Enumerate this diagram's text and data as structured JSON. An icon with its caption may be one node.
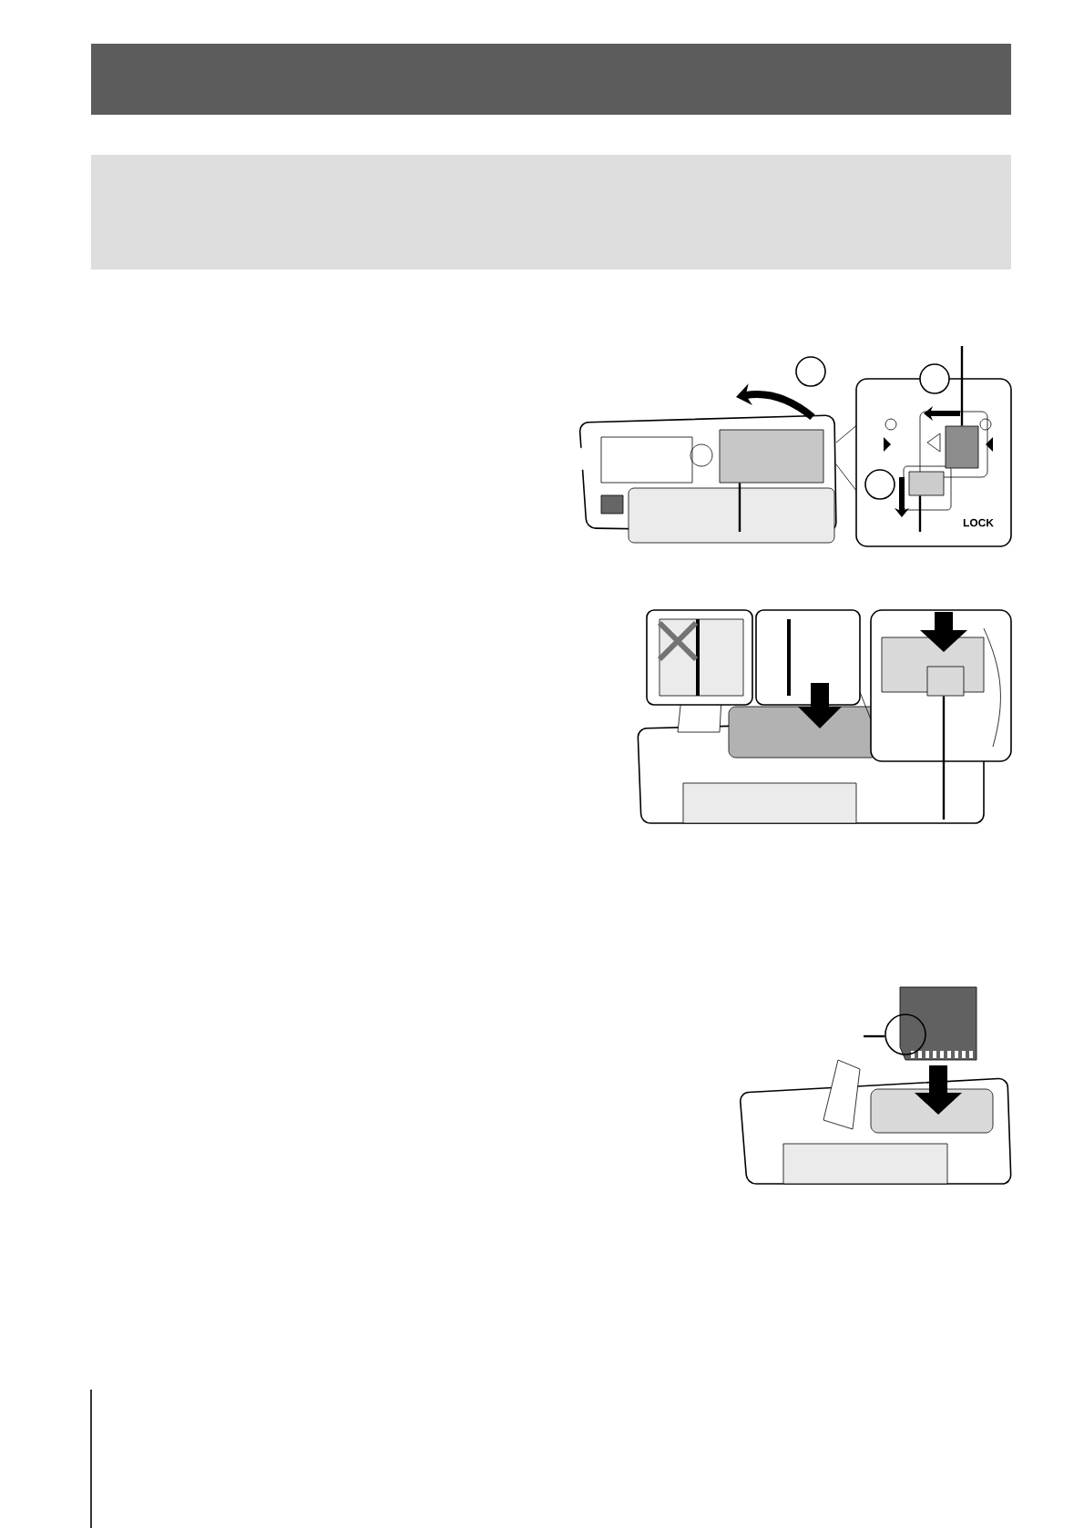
{
  "diagram": {
    "nodes": [
      {
        "text": [],
        "shape": "bar"
      },
      {
        "text": [],
        "shape": "bar"
      },
      {
        "text": [],
        "shape": "circle"
      },
      {
        "text": [],
        "shape": "picture"
      },
      {
        "text": [],
        "shape": "box",
        "in": 3
      },
      {
        "text": [],
        "shape": "picture"
      },
      {
        "text": [],
        "shape": "circle",
        "in": 5
      },
      {
        "text": [],
        "shape": "box",
        "in": 5
      },
      {
        "text": [],
        "shape": "circle",
        "in": 5
      },
      {
        "text": [],
        "shape": "box",
        "in": 5
      },
      {
        "text": [],
        "shape": "picture"
      },
      {
        "text": [],
        "shape": "box",
        "in": 10
      },
      {
        "text": [],
        "shape": "picture"
      },
      {
        "text": [],
        "shape": "circle"
      }
    ],
    "edges": [
      {
        "from": null,
        "to": 7,
        "arrow": "none"
      },
      {
        "from": null,
        "to": 4,
        "arrow": "none"
      },
      {
        "from": null,
        "to": 9,
        "arrow": "none"
      },
      {
        "from": null,
        "to": 11,
        "arrow": "none"
      },
      {
        "from": null,
        "to": 13,
        "arrow": "none"
      }
    ],
    "labels": [
      "LOCK"
    ]
  }
}
